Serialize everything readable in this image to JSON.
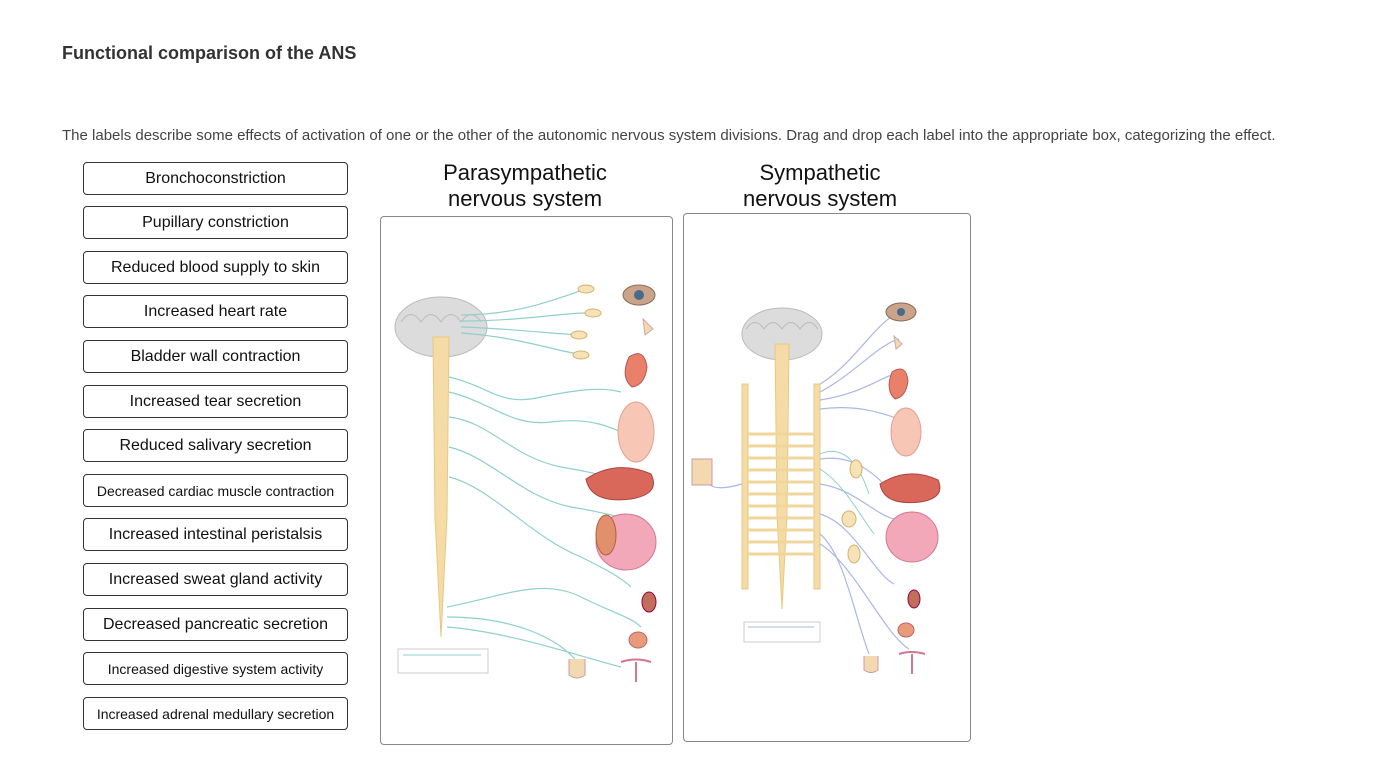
{
  "page": {
    "title": "Functional comparison of the ANS",
    "instructions": "The labels describe some effects of activation of one or the other of the autonomic nervous system divisions. Drag and drop each label into the appropriate box, categorizing the effect."
  },
  "labels": [
    "Bronchoconstriction",
    "Pupillary constriction",
    "Reduced blood supply to skin",
    "Increased heart rate",
    "Bladder wall contraction",
    "Increased tear secretion",
    "Reduced salivary secretion",
    "Decreased cardiac muscle contraction",
    "Increased intestinal peristalsis",
    "Increased sweat gland activity",
    "Decreased pancreatic secretion",
    "Increased digestive system activity",
    "Increased adrenal medullary secretion"
  ],
  "zones": {
    "parasympathetic": {
      "title_line1": "Parasympathetic",
      "title_line2": "nervous system"
    },
    "sympathetic": {
      "title_line1": "Sympathetic",
      "title_line2": "nervous system"
    }
  },
  "colors": {
    "spinal_cord": "#f5dca6",
    "nerve_para": "#8fd0cc",
    "nerve_symp": "#a9b8e6",
    "brain": "#d9d9d9",
    "organ_red": "#e8806a",
    "organ_pink": "#f2a8b8"
  }
}
